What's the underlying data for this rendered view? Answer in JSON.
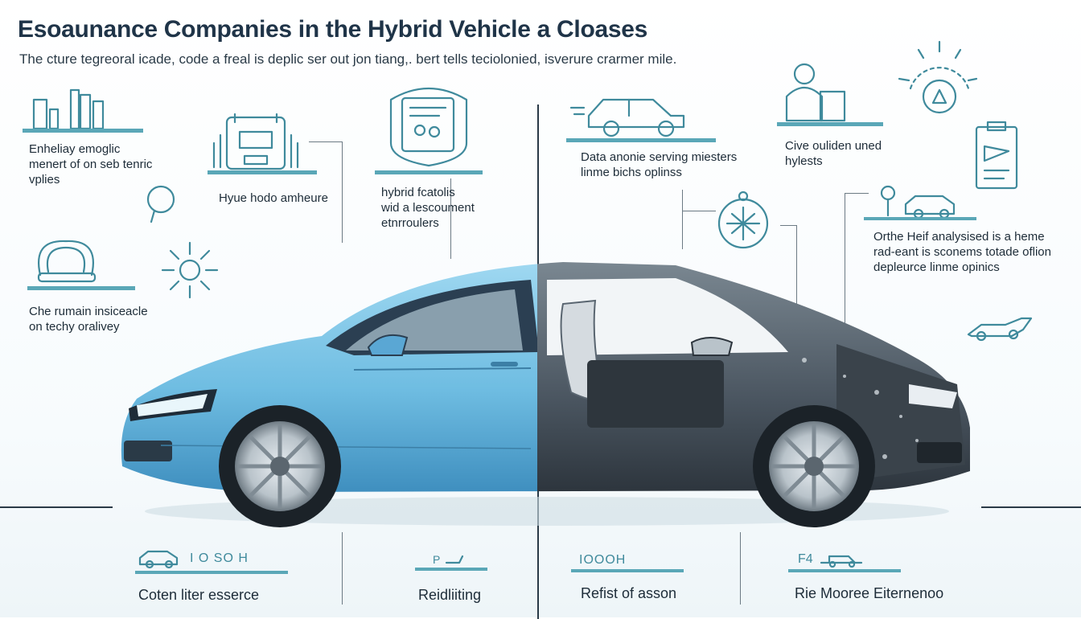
{
  "header": {
    "title": "Esoaunance Companies in the Hybrid Vehicle a Cloases",
    "subtitle": "The cture tegreoral icade, code a freal is deplic ser out jon tiang,. bert tells teciolonied, isverure crarmer mile."
  },
  "left_labels": [
    {
      "lines": [
        "Enheliay emoglic",
        "menert of on seb tenric",
        "vplies"
      ]
    },
    {
      "lines": [
        "Hyue hodo amheure"
      ]
    },
    {
      "lines": [
        "hybrid fcatolis",
        "wid a lescoument",
        "etnrroulers"
      ]
    },
    {
      "lines": [
        "Che rumain insiceacle",
        "on techy oralivey"
      ]
    }
  ],
  "right_labels": [
    {
      "lines": [
        "Data anonie serving miesters",
        "linme bichs oplinss"
      ]
    },
    {
      "lines": [
        "Cive ouliden uned",
        "hylests"
      ]
    },
    {
      "lines": [
        "Orthe Heif analysised is a heme",
        "rad-eant is sconems totade oflion",
        "depleurce linme opinics"
      ]
    }
  ],
  "bottom_labels": [
    {
      "caption": "Coten liter esserce",
      "code": "I O SO H"
    },
    {
      "caption": "Reidliiting",
      "code": "P"
    },
    {
      "caption": "Refist of asson",
      "code": "IOOOH"
    },
    {
      "caption": "Rie Mooree Eiternenoo",
      "code": "F4"
    }
  ],
  "colors": {
    "accent": "#3f8a9c",
    "car_blue": "#7cc6e6",
    "car_cutaway": "#4a5560",
    "text": "#1e2f3d"
  }
}
